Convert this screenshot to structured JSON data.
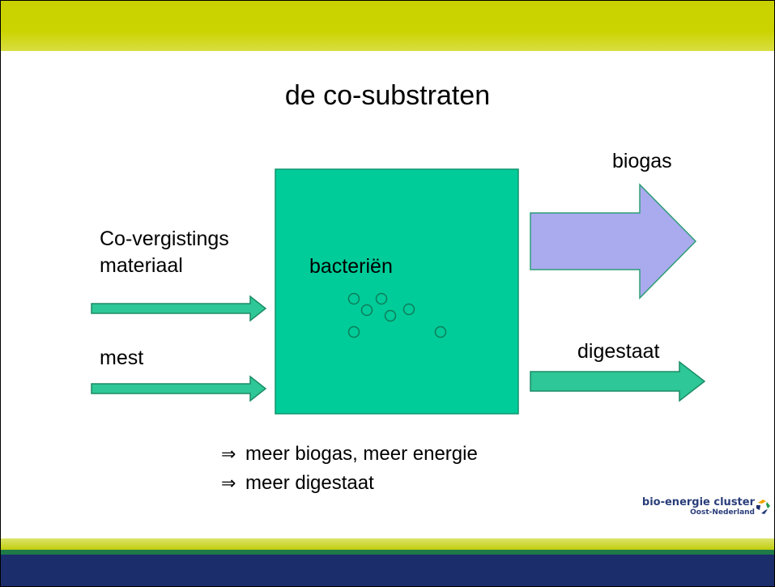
{
  "slide": {
    "title": "de co-substraten",
    "colors": {
      "top_band": "#cbd300",
      "bottom_band": "#1b2d6b",
      "digester": "#00cc99",
      "flow_arrow": "#2ec797",
      "biogas_arrow": "#aaaaee"
    }
  },
  "diagram": {
    "inputs": [
      {
        "label_lines": [
          "Co-vergistings",
          "materiaal"
        ]
      },
      {
        "label_lines": [
          "mest"
        ]
      }
    ],
    "digester": {
      "label": "bacteriën"
    },
    "outputs": [
      {
        "label": "biogas"
      },
      {
        "label": "digestaat"
      }
    ]
  },
  "conclusions": [
    {
      "symbol": "⇒",
      "text": "meer biogas, meer energie"
    },
    {
      "symbol": "⇒",
      "text": "meer digestaat"
    }
  ],
  "logo": {
    "line1": "bio-energie cluster",
    "line2": "Oost-Nederland",
    "icon": "cluster-logo-icon"
  }
}
